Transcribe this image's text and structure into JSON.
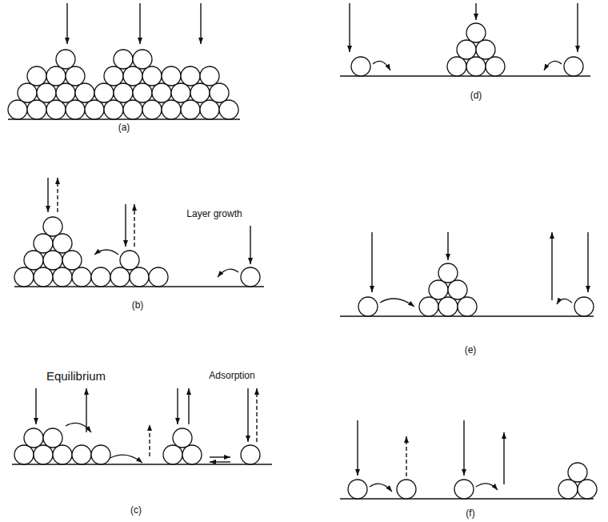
{
  "diagram": {
    "labels": [
      "(a)",
      "Layer growth",
      "(b)",
      "Equilibrium",
      "Adsorption",
      "(c)",
      "(d)",
      "(e)",
      "(f)"
    ]
  }
}
